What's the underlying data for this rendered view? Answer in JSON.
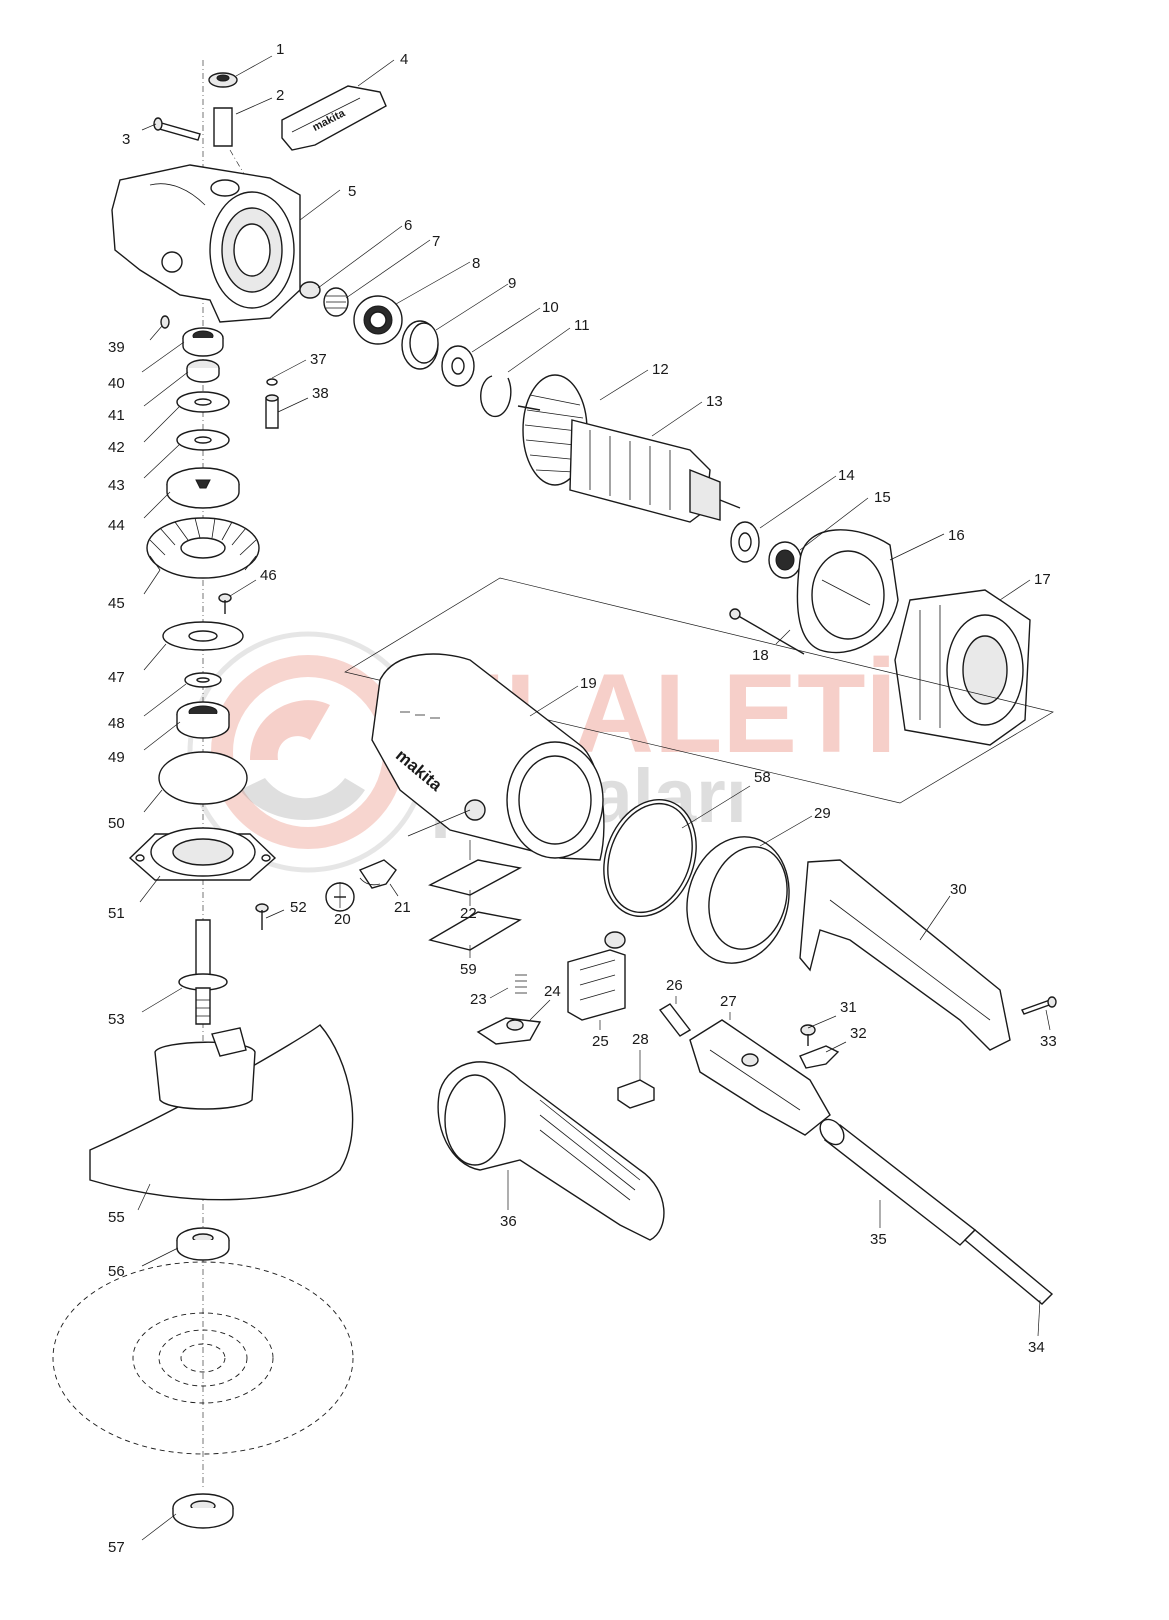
{
  "watermark": {
    "line1": "ELALETİ",
    "line2": "parçaları",
    "red": "#e0563f",
    "gray": "#9a9a9a"
  },
  "brand_marks": {
    "housing": "makita",
    "cover": "makita"
  },
  "labels": {
    "p1": "1",
    "p2": "2",
    "p3": "3",
    "p4": "4",
    "p5": "5",
    "p6": "6",
    "p7": "7",
    "p8": "8",
    "p9": "9",
    "p10": "10",
    "p11": "11",
    "p12": "12",
    "p13": "13",
    "p14": "14",
    "p15": "15",
    "p16": "16",
    "p17": "17",
    "p18": "18",
    "p19": "19",
    "p20": "20",
    "p21": "21",
    "p22": "22",
    "p23": "23",
    "p24": "24",
    "p25": "25",
    "p26": "26",
    "p27": "27",
    "p28": "28",
    "p29": "29",
    "p30": "30",
    "p31": "31",
    "p32": "32",
    "p33": "33",
    "p34": "34",
    "p35": "35",
    "p36": "36",
    "p37": "37",
    "p38": "38",
    "p39": "39",
    "p40": "40",
    "p41": "41",
    "p42": "42",
    "p43": "43",
    "p44": "44",
    "p45": "45",
    "p46": "46",
    "p47": "47",
    "p48": "48",
    "p49": "49",
    "p50": "50",
    "p51": "51",
    "p52": "52",
    "p53": "53",
    "p55": "55",
    "p56": "56",
    "p57": "57",
    "p58": "58",
    "p59": "59"
  }
}
